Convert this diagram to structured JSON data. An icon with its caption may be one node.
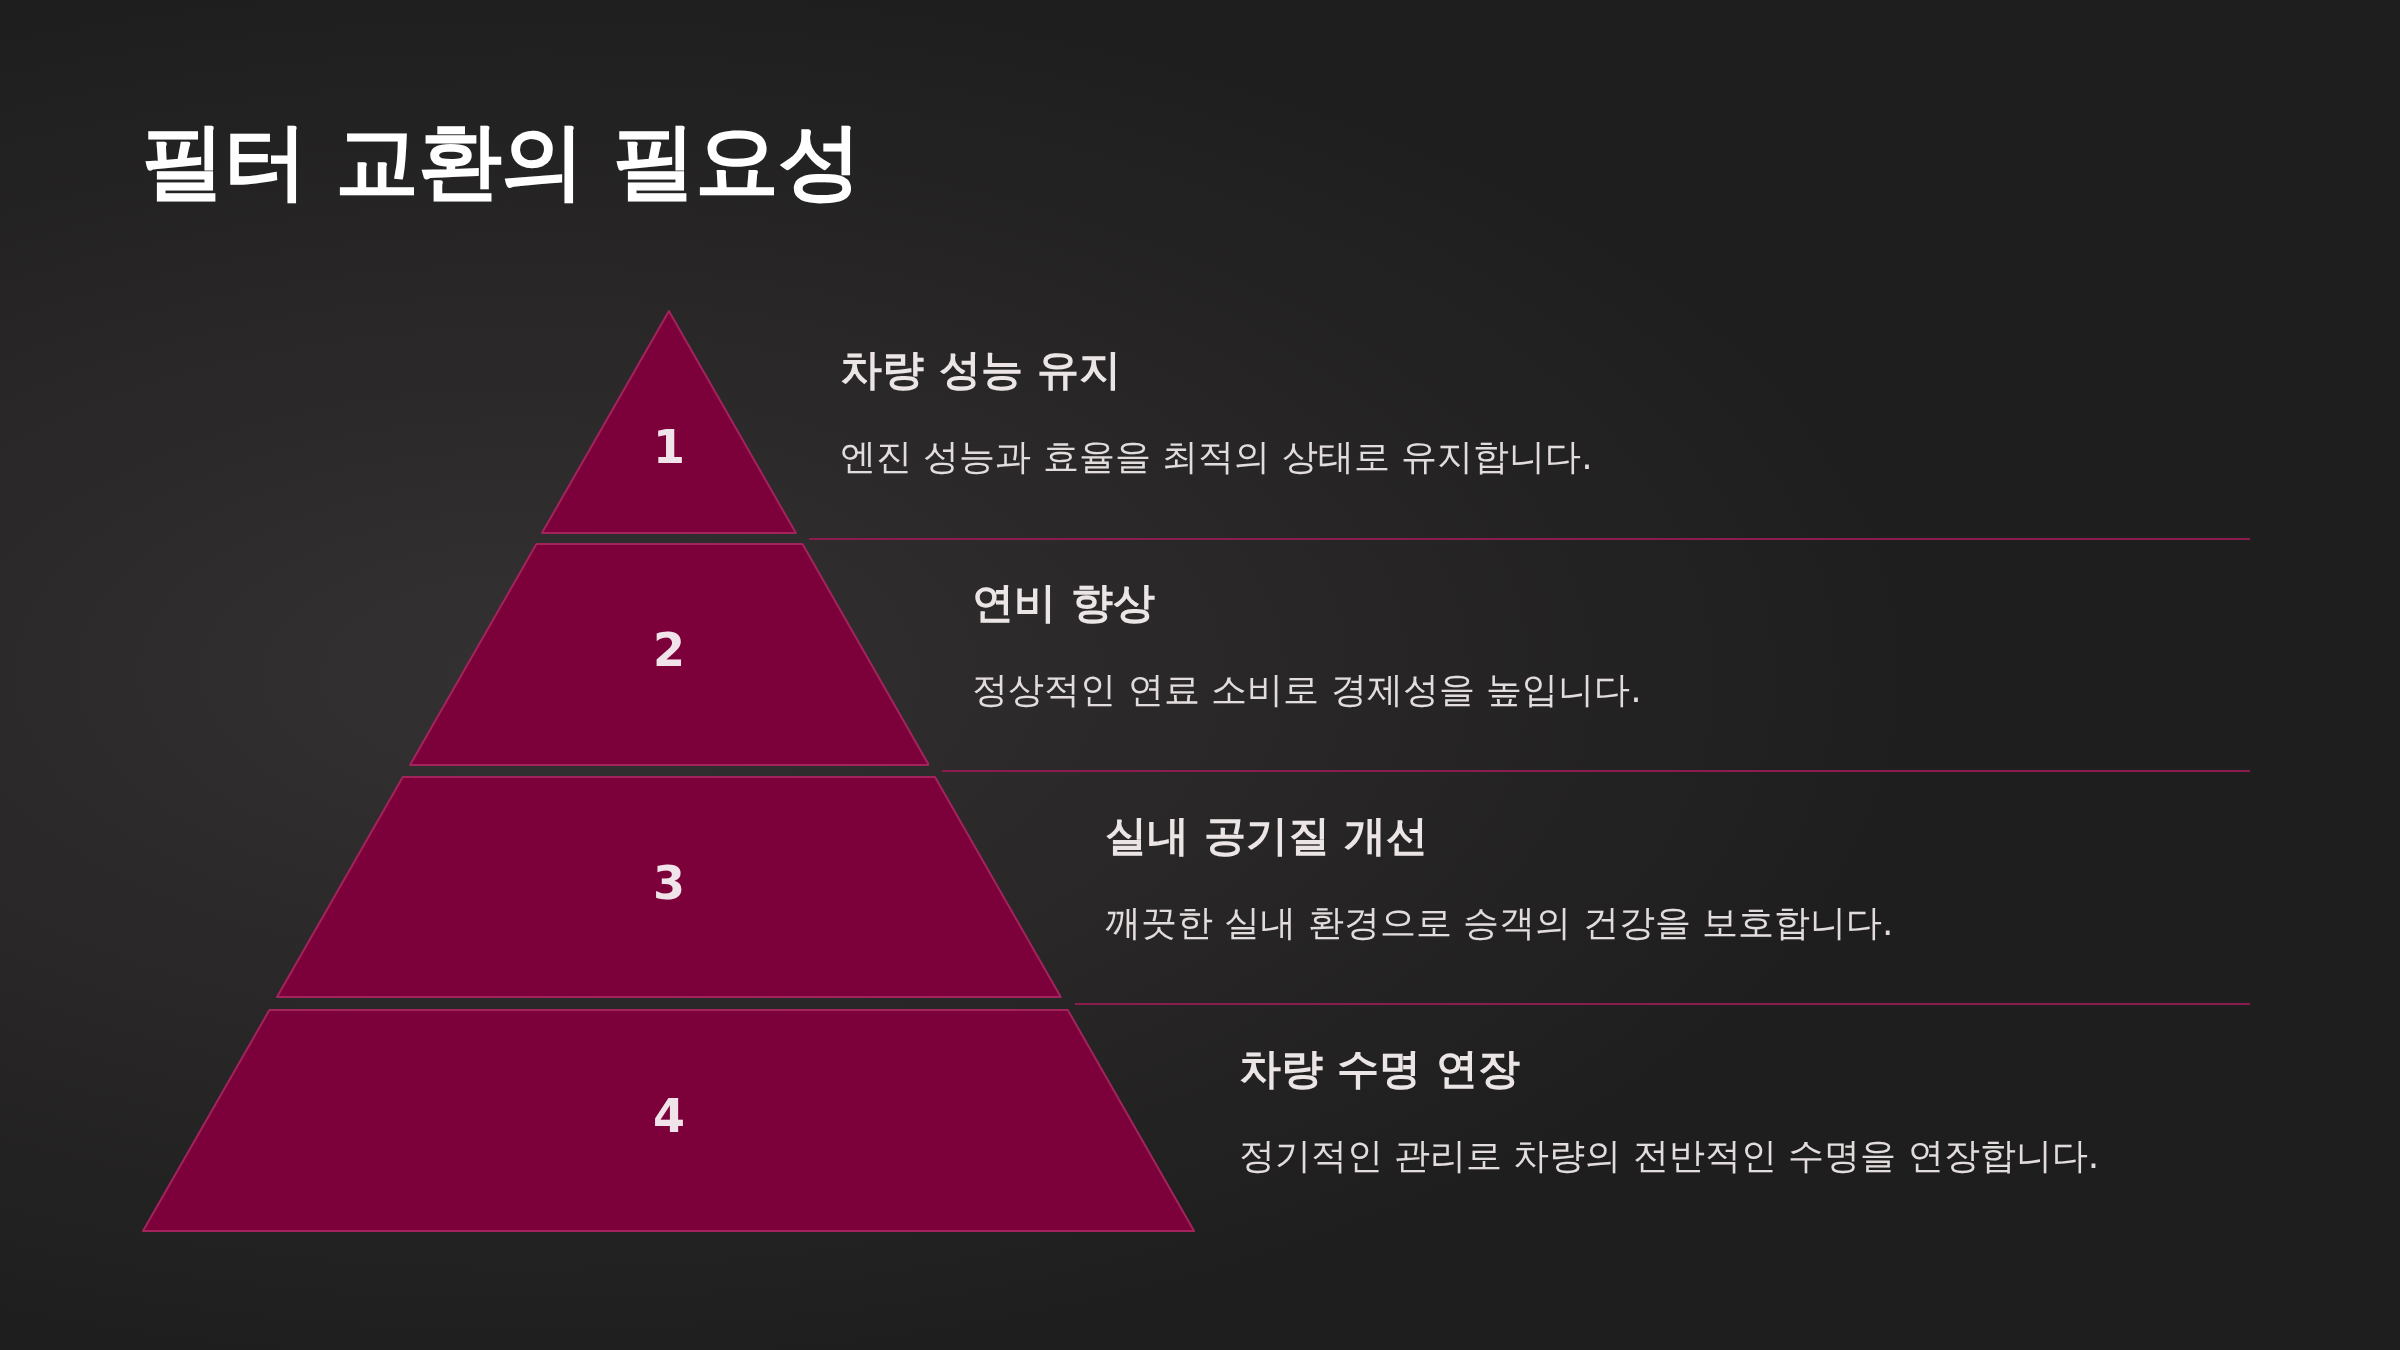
{
  "diagram": {
    "title": "필터 교환의 필요성",
    "nodes": [
      {
        "text": [
          "1"
        ],
        "beside": [
          "차량 성능 유지",
          "엔진 성능과 효율을 최적의 상태로 유지합니다."
        ]
      },
      {
        "text": [
          "2"
        ],
        "beside": [
          "연비 향상",
          "정상적인 연료 소비로 경제성을 높입니다."
        ]
      },
      {
        "text": [
          "3"
        ],
        "beside": [
          "실내 공기질 개선",
          "깨끗한 실내 환경으로 승객의 건강을 보호합니다."
        ]
      },
      {
        "text": [
          "4"
        ],
        "beside": [
          "차량 수명 연장",
          "정기적인 관리로 차량의 전반적인 수명을 연장합니다."
        ]
      }
    ]
  }
}
